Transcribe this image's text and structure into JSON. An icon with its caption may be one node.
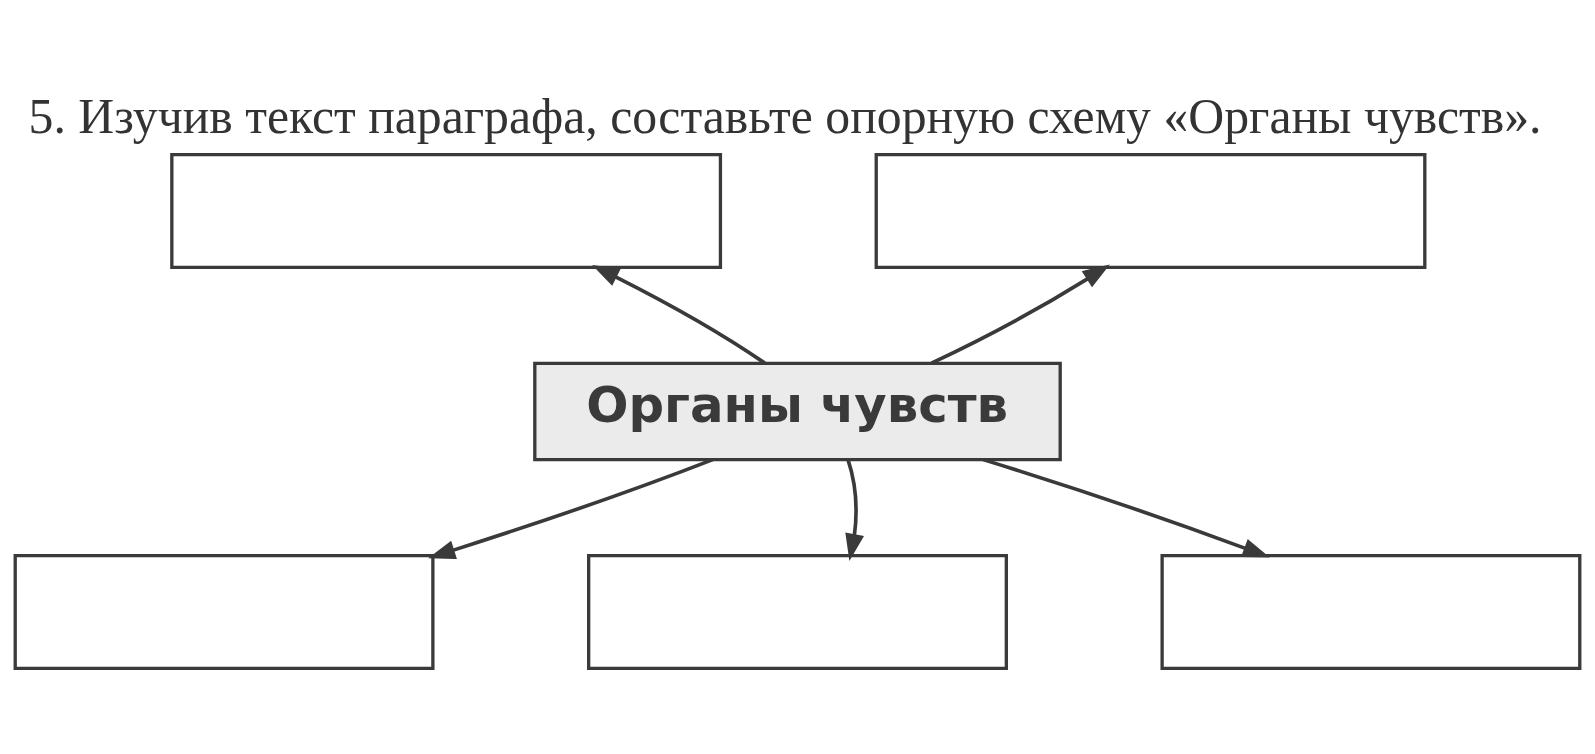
{
  "diagram": {
    "title": "5. Изучив текст параграфа, составьте опорную схему «Органы чувств».",
    "nodes": [
      {
        "text": [],
        "shape": "box"
      },
      {
        "text": [],
        "shape": "box"
      },
      {
        "text": [
          "Органы чувств"
        ]
      },
      {
        "text": [],
        "shape": "box"
      },
      {
        "text": [],
        "shape": "box"
      },
      {
        "text": [],
        "shape": "box"
      }
    ],
    "edges": [
      {
        "from": 2,
        "to": 0,
        "arrow": "to"
      },
      {
        "from": 2,
        "to": 1,
        "arrow": "to"
      },
      {
        "from": 2,
        "to": 3,
        "arrow": "to"
      },
      {
        "from": 2,
        "to": 4,
        "arrow": "to"
      },
      {
        "from": 2,
        "to": 5,
        "arrow": "to"
      }
    ]
  }
}
